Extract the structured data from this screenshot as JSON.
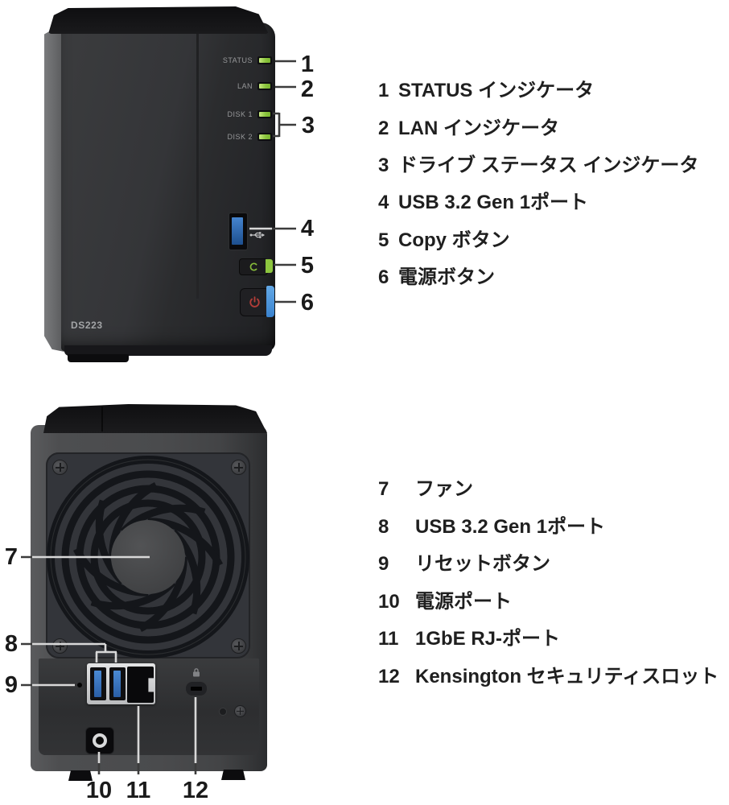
{
  "device": {
    "model": "DS223"
  },
  "front_panel": {
    "leds": [
      {
        "label": "STATUS"
      },
      {
        "label": "LAN"
      },
      {
        "label": "DISK 1"
      },
      {
        "label": "DISK 2"
      }
    ]
  },
  "legend_front": {
    "items": [
      {
        "num": "1",
        "label": "STATUS インジケータ"
      },
      {
        "num": "2",
        "label": "LAN インジケータ"
      },
      {
        "num": "3",
        "label": "ドライブ ステータス インジケータ"
      },
      {
        "num": "4",
        "label": "USB 3.2 Gen 1ポート"
      },
      {
        "num": "5",
        "label": "Copy ボタン"
      },
      {
        "num": "6",
        "label": "電源ボタン"
      }
    ]
  },
  "legend_back": {
    "items": [
      {
        "num": "7",
        "label": "ファン"
      },
      {
        "num": "8",
        "label": "USB 3.2 Gen 1ポート"
      },
      {
        "num": "9",
        "label": "リセットボタン"
      },
      {
        "num": "10",
        "label": "電源ポート"
      },
      {
        "num": "11",
        "label": "1GbE RJ-ポート"
      },
      {
        "num": "12",
        "label": "Kensington セキュリティスロット"
      }
    ]
  },
  "colors": {
    "led_green": "#8dc63f",
    "copy_led_green": "#8dc63f",
    "power_accent_blue": "#4a90d8",
    "usb_port_blue": "#2f6fb8",
    "power_symbol_red": "#b13d38"
  }
}
